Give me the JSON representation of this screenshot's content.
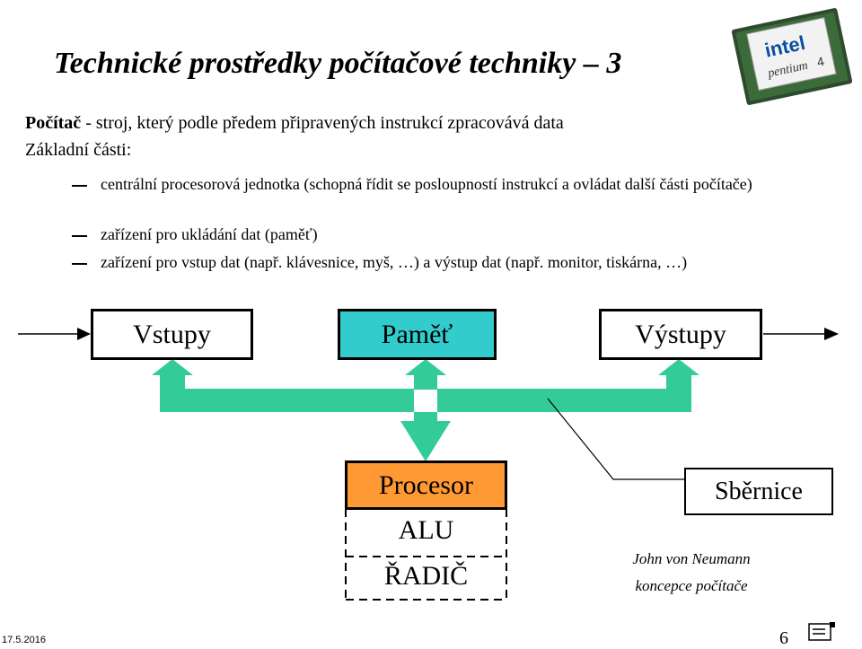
{
  "slide": {
    "title": "Technické prostředky počítačové techniky – 3",
    "definition_term": "Počítač",
    "definition_rest": " - stroj, který podle předem připravených instrukcí zpracovává data",
    "parts_label": "Základní části:",
    "bullets": [
      "centrální procesorová jednotka (schopná řídit se posloupností instrukcí a ovládat další části počítače)",
      "zařízení pro ukládání dat (paměť)",
      "zařízení pro vstup dat (např. klávesnice, myš, …) a výstup dat (např. monitor, tiskárna, …)"
    ]
  },
  "diagram": {
    "input": "Vstupy",
    "memory": "Paměť",
    "output": "Výstupy",
    "processor": "Procesor",
    "alu": "ALU",
    "control": "ŘADIČ",
    "bus": "Sběrnice",
    "author": "John von Neumann",
    "concept": "koncepce počítače",
    "colors": {
      "memory": "#33CCCC",
      "processor": "#FF9933",
      "bus_arrow": "#33CC99"
    }
  },
  "chip": {
    "brand": "intel",
    "model": "pentium",
    "number": "4"
  },
  "footer": {
    "date": "17.5.2016",
    "page": "6"
  }
}
